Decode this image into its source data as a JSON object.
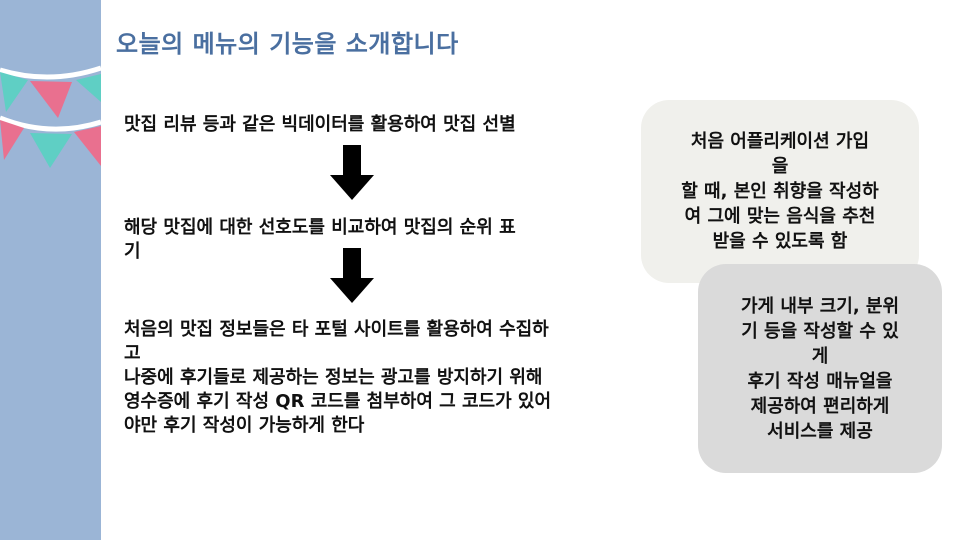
{
  "slide": {
    "title": "오늘의 메뉴의 기능을 소개합니다",
    "steps": [
      "맛집 리뷰 등과 같은 빅데이터를 활용하여 맛집 선별",
      "해당 맛집에 대한 선호도를 비교하여 맛집의 순위 표\n기",
      "처음의 맛집 정보들은 타 포털 사이트를 활용하여 수집하\n고\n나중에 후기들로 제공하는 정보는 광고를 방지하기 위해\n영수증에 후기 작성 QR 코드를 첨부하여 그 코드가 있어\n야만 후기 작성이 가능하게 한다"
    ],
    "bubbles": [
      "처음 어플리케이션 가입\n을\n할 때, 본인 취향을 작성하\n여 그에 맞는 음식을 추천\n받을 수 있도록 함",
      "가게 내부 크기, 분위\n기 등을 작성할 수 있\n게\n후기 작성 매뉴얼을\n제공하여 편리하게\n서비스를 제공"
    ]
  },
  "colors": {
    "sidebar": "#9bb5d6",
    "title": "#4a6fa0",
    "flag_pink": "#e9708f",
    "flag_teal": "#5fcfc4"
  }
}
